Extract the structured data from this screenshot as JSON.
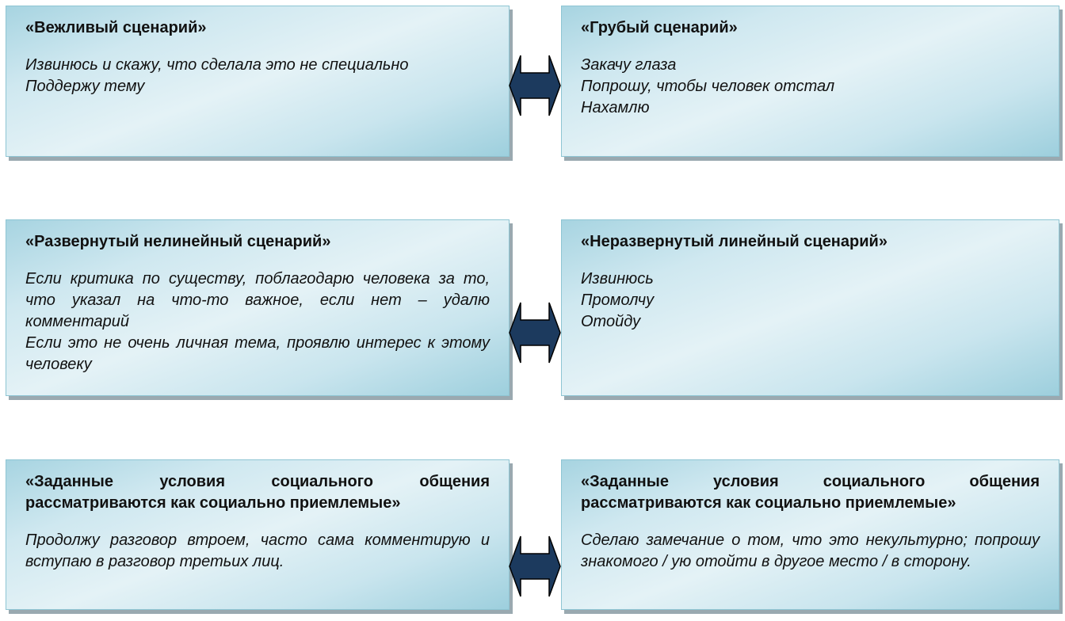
{
  "rows": [
    {
      "left": {
        "title": "«Вежливый сценарий»",
        "lines": [
          "Извинюсь и скажу, что сделала это не специально",
          "Поддержу тему"
        ]
      },
      "right": {
        "title": "«Грубый сценарий»",
        "lines": [
          "Закачу глаза",
          "Попрошу, чтобы человек отстал",
          "Нахамлю"
        ]
      }
    },
    {
      "left": {
        "title": "«Развернутый нелинейный сценарий»",
        "lines": [
          "Если критика по существу, поблагодарю человека за то, что указал на что-то важное, если нет – удалю комментарий",
          "Если это не очень личная тема, проявлю интерес к этому человеку"
        ]
      },
      "right": {
        "title": "«Неразвернутый линейный сценарий»",
        "lines": [
          "Извинюсь",
          "Промолчу",
          "Отойду"
        ]
      }
    },
    {
      "left": {
        "title": "«Заданные условия социального общения рассматриваются как социально приемлемые»",
        "lines": [
          "Продолжу разговор втроем, часто сама комментирую и вступаю в разговор третьих лиц."
        ]
      },
      "right": {
        "title": "«Заданные условия социального общения рассматриваются как социально приемлемые»",
        "lines": [
          "Сделаю замечание о том, что это некультурно; попрошу знакомого / ую отойти в другое место / в сторону."
        ]
      }
    }
  ],
  "colors": {
    "arrow": "#1c3a5e"
  }
}
